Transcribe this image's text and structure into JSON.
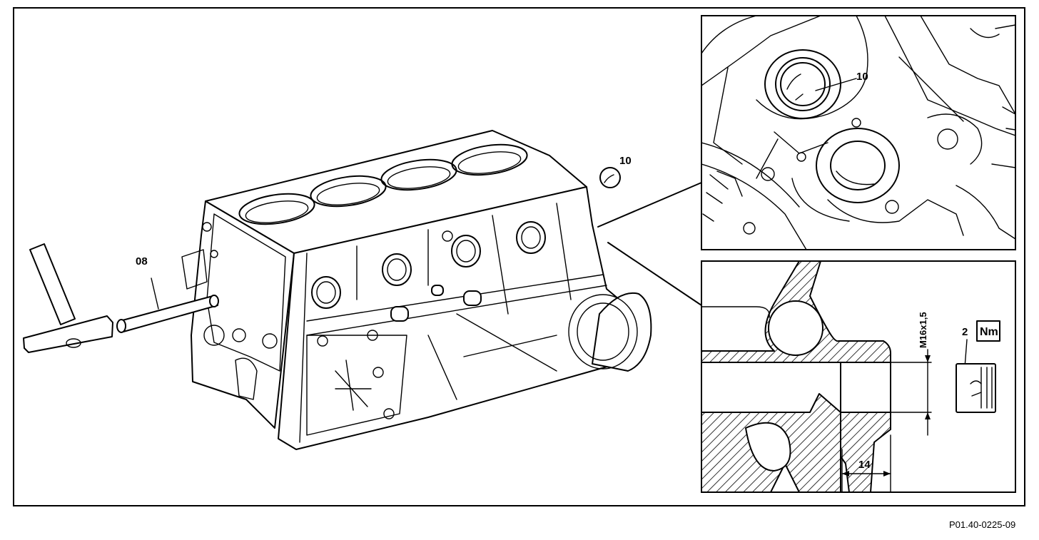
{
  "figure_ref": "P01.40-0225-09",
  "callouts": {
    "drift": "08",
    "plug": "10",
    "plug_detail": "10"
  },
  "section": {
    "thread": "M16x1,5",
    "depth": "14",
    "torque_value": "2",
    "torque_unit": "Nm"
  }
}
